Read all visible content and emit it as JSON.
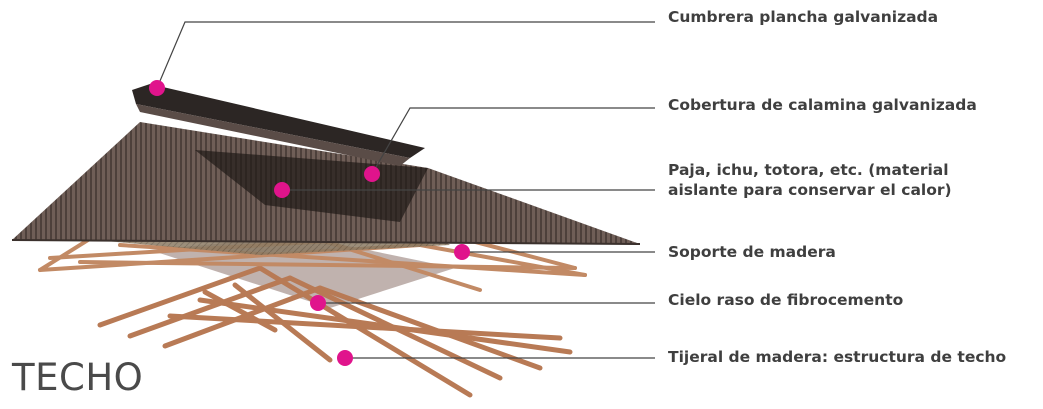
{
  "title": "TECHO",
  "labels": {
    "cumbrera": "Cumbrera plancha galvanizada",
    "cobertura": "Cobertura de calamina galvanizada",
    "paja_line1": "Paja, ichu, totora, etc. (material",
    "paja_line2": "aislante para conservar el calor)",
    "soporte": "Soporte de madera",
    "cielo": "Cielo raso de fibrocemento",
    "tijeral": "Tijeral de madera: estructura de techo"
  },
  "colors": {
    "marker": "#e0148c",
    "leader": "#444444",
    "sheet": "#6e5c55",
    "wood": "#b87a55",
    "ridge": "#2c2624",
    "ceiling": "#b9aaa5",
    "text": "#3f3f3f"
  }
}
